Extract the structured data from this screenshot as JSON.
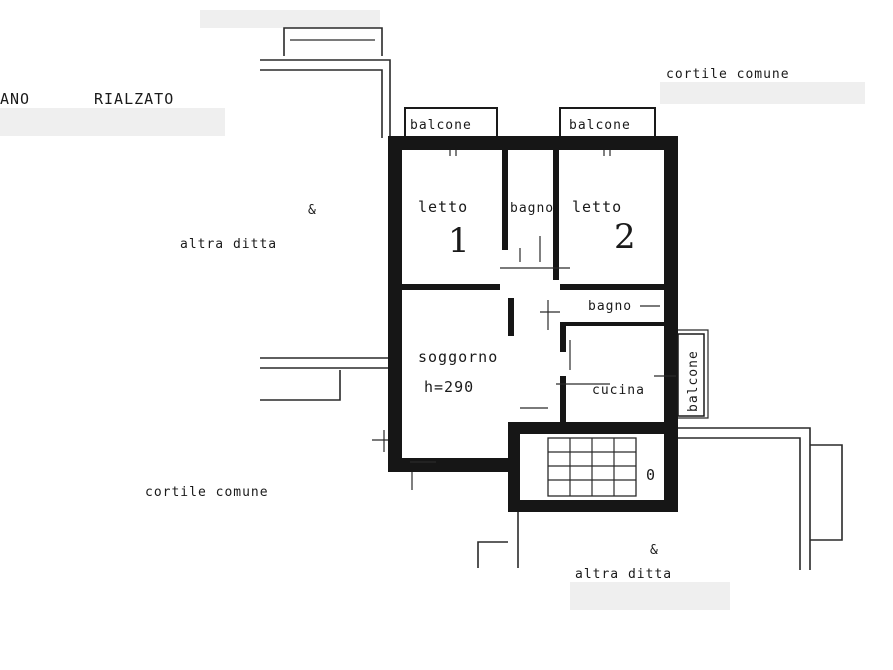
{
  "header": {
    "floor_a": "ANO",
    "floor_b": "RIALZATO"
  },
  "neighbors": {
    "top_right_courtyard": "cortile comune",
    "bottom_left_courtyard": "cortile comune",
    "left_neighbor_symbol": "&",
    "left_neighbor_text": "altra ditta",
    "bottom_neighbor_symbol": "&",
    "bottom_neighbor_text": "altra ditta"
  },
  "rooms": {
    "balcony_left": "balcone",
    "balcony_right": "balcone",
    "bedroom_1": "letto",
    "bedroom_1_num": "1",
    "bedroom_2": "letto",
    "bedroom_2_num": "2",
    "bath_1": "bagno",
    "bath_2": "bagno",
    "living": "soggorno",
    "living_height": "h=290",
    "kitchen": "cucina",
    "side_balcony": "balcone",
    "stair_mark": "0"
  }
}
